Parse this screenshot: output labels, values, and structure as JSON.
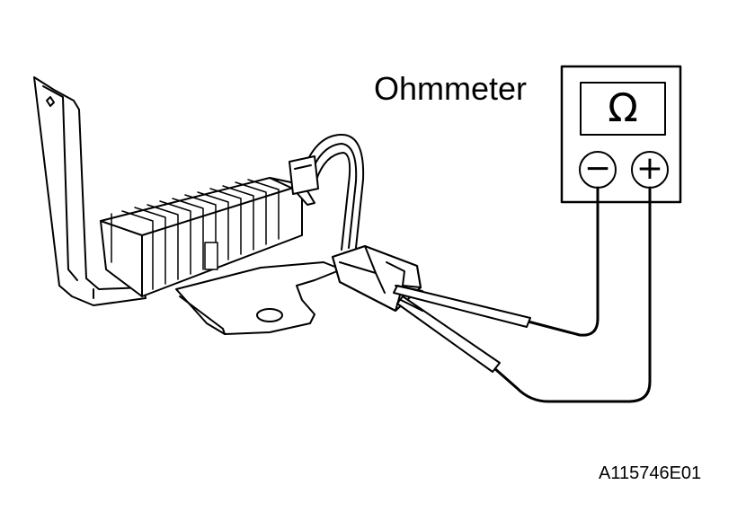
{
  "meter": {
    "label": "Ohmmeter",
    "display_symbol": "Ω",
    "negative_terminal": "−",
    "positive_terminal": "+"
  },
  "figure_code": "A115746E01",
  "icons": [
    "ohmmeter-icon",
    "regulator-icon",
    "connector-icon",
    "probe-icon"
  ]
}
